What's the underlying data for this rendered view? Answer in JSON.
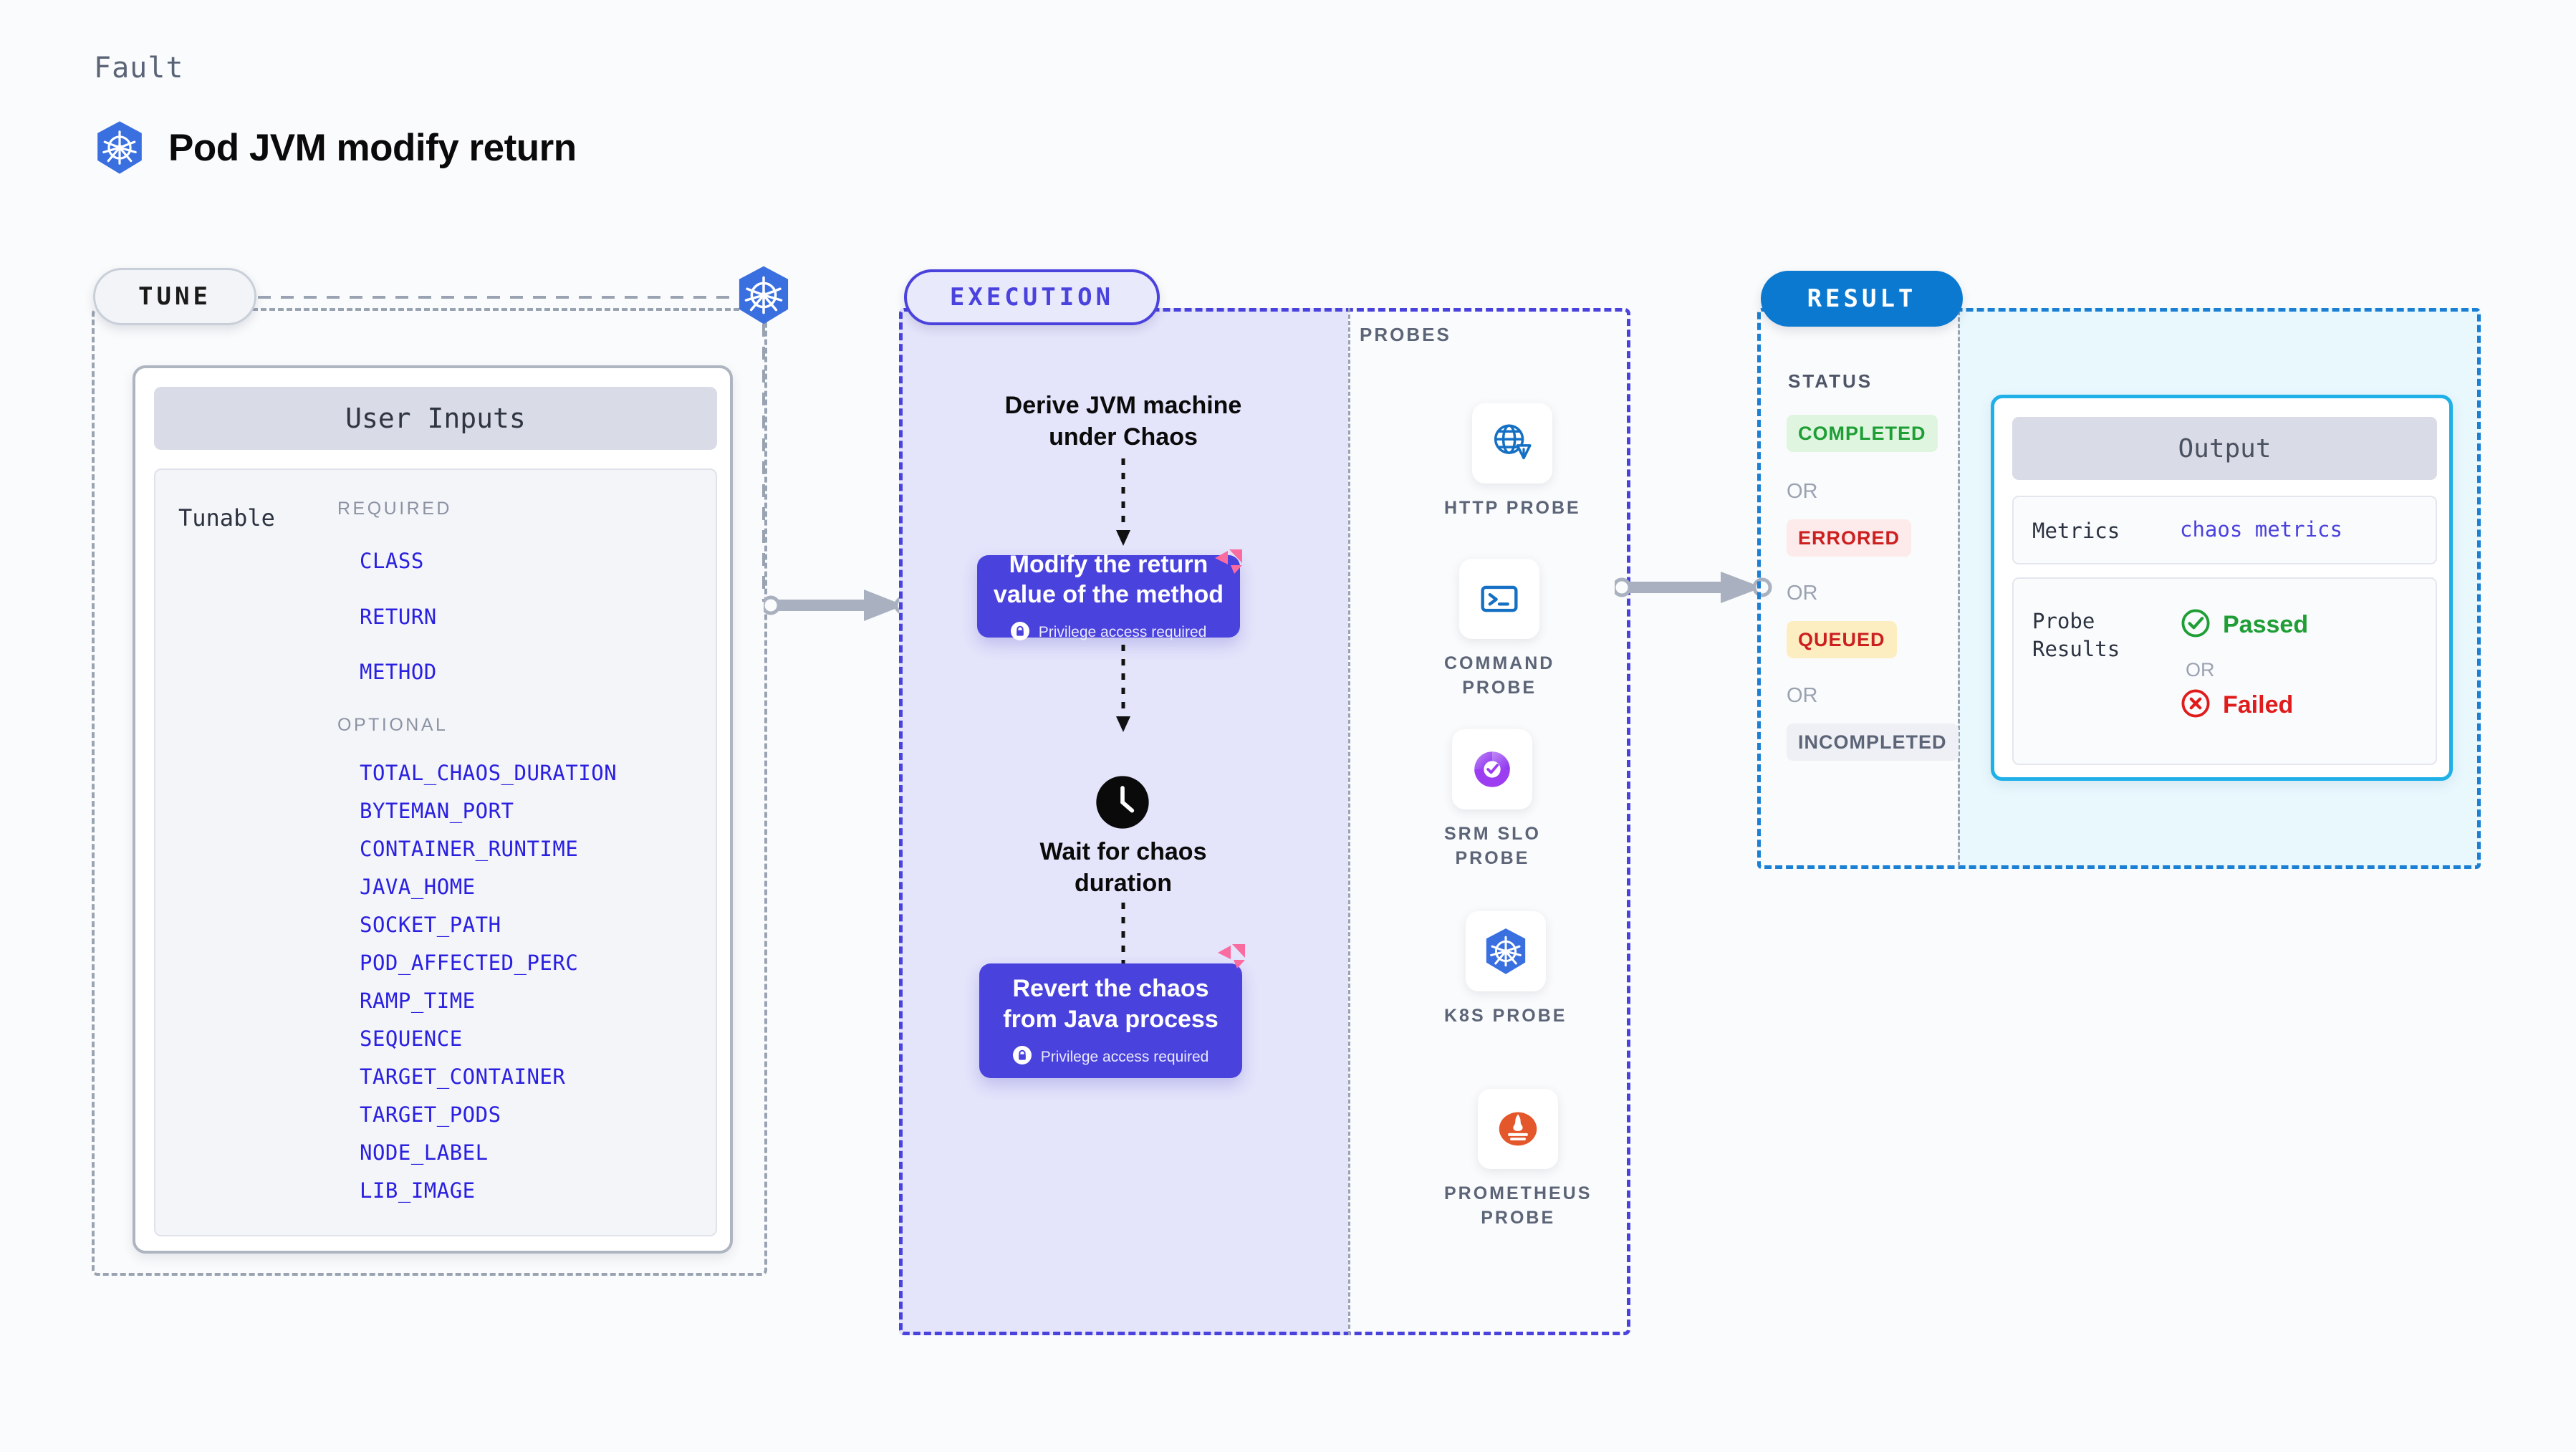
{
  "header": {
    "eyebrow": "Fault",
    "title": "Pod JVM modify return",
    "icon": "kubernetes-icon"
  },
  "colors": {
    "k8s_blue": "#3a6fe0",
    "execution_purple": "#4a42dd",
    "result_blue": "#0b79d0",
    "output_border": "#1fb0e8",
    "param_blue": "#2a20e0",
    "pink_marker": "#fa6ba0",
    "passed_green": "#1e9e35",
    "failed_red": "#e01b1b"
  },
  "tune": {
    "pill_label": "TUNE",
    "panel_title": "User Inputs",
    "tunable_label": "Tunable",
    "groups": [
      {
        "label": "REQUIRED",
        "params": [
          "CLASS",
          "RETURN",
          "METHOD"
        ]
      },
      {
        "label": "OPTIONAL",
        "params": [
          "TOTAL_CHAOS_DURATION",
          "BYTEMAN_PORT",
          "CONTAINER_RUNTIME",
          "JAVA_HOME",
          "SOCKET_PATH",
          "POD_AFFECTED_PERC",
          "RAMP_TIME",
          "SEQUENCE",
          "TARGET_CONTAINER",
          "TARGET_PODS",
          "NODE_LABEL",
          "LIB_IMAGE"
        ]
      }
    ]
  },
  "execution": {
    "pill_label": "EXECUTION",
    "steps": [
      {
        "type": "title",
        "text": "Derive JVM machine\nunder Chaos"
      },
      {
        "type": "box",
        "text": "Modify the return\nvalue of the method",
        "badge": "Privilege access required",
        "badge_icon": "lock-icon"
      },
      {
        "type": "title",
        "icon": "clock-icon",
        "text": "Wait for chaos\nduration"
      },
      {
        "type": "box",
        "text": "Revert the chaos\nfrom Java process",
        "badge": "Privilege access required",
        "badge_icon": "lock-icon"
      }
    ]
  },
  "probes": {
    "label": "PROBES",
    "items": [
      {
        "name": "HTTP  PROBE",
        "icon": "globe-warning-icon"
      },
      {
        "name": "COMMAND\nPROBE",
        "icon": "terminal-icon"
      },
      {
        "name": "SRM  SLO\nPROBE",
        "icon": "srm-slo-icon"
      },
      {
        "name": "K8S  PROBE",
        "icon": "kubernetes-icon"
      },
      {
        "name": "PROMETHEUS\nPROBE",
        "icon": "prometheus-icon"
      }
    ]
  },
  "result": {
    "pill_label": "RESULT",
    "status_label": "STATUS",
    "or_label": "OR",
    "statuses": [
      {
        "text": "COMPLETED",
        "bg": "#dff5e0",
        "fg": "#1e9e35"
      },
      {
        "text": "ERRORED",
        "bg": "#fdeaea",
        "fg": "#cc2020"
      },
      {
        "text": "QUEUED",
        "bg": "#fdeec2",
        "fg": "#cc2020"
      },
      {
        "text": "INCOMPLETED",
        "bg": "#eef0f5",
        "fg": "#5c6477"
      }
    ],
    "output": {
      "title": "Output",
      "metrics_key": "Metrics",
      "metrics_value": "chaos metrics",
      "probe_key": "Probe\nResults",
      "passed": "Passed",
      "or_label": "OR",
      "failed": "Failed"
    }
  }
}
